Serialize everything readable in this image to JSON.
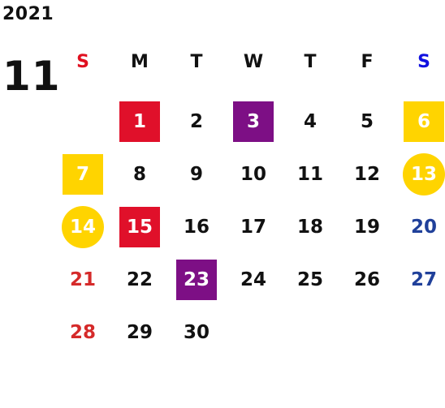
{
  "calendar": {
    "year": "2021",
    "month": "11",
    "weekday_headers": [
      "S",
      "M",
      "T",
      "W",
      "T",
      "F",
      "S"
    ],
    "weeks": [
      [
        {
          "day": "",
          "status": "empty"
        },
        {
          "day": "1",
          "status": "red-square"
        },
        {
          "day": "2",
          "status": "normal"
        },
        {
          "day": "3",
          "status": "purple-square"
        },
        {
          "day": "4",
          "status": "normal"
        },
        {
          "day": "5",
          "status": "normal"
        },
        {
          "day": "6",
          "status": "yellow-square"
        }
      ],
      [
        {
          "day": "7",
          "status": "yellow-square"
        },
        {
          "day": "8",
          "status": "normal"
        },
        {
          "day": "9",
          "status": "normal"
        },
        {
          "day": "10",
          "status": "normal"
        },
        {
          "day": "11",
          "status": "normal"
        },
        {
          "day": "12",
          "status": "normal"
        },
        {
          "day": "13",
          "status": "yellow-circle"
        }
      ],
      [
        {
          "day": "14",
          "status": "yellow-circle"
        },
        {
          "day": "15",
          "status": "red-square"
        },
        {
          "day": "16",
          "status": "normal"
        },
        {
          "day": "17",
          "status": "normal"
        },
        {
          "day": "18",
          "status": "normal"
        },
        {
          "day": "19",
          "status": "normal"
        },
        {
          "day": "20",
          "status": "saturday"
        }
      ],
      [
        {
          "day": "21",
          "status": "sunday"
        },
        {
          "day": "22",
          "status": "normal"
        },
        {
          "day": "23",
          "status": "purple-square"
        },
        {
          "day": "24",
          "status": "normal"
        },
        {
          "day": "25",
          "status": "normal"
        },
        {
          "day": "26",
          "status": "normal"
        },
        {
          "day": "27",
          "status": "saturday"
        }
      ],
      [
        {
          "day": "28",
          "status": "sunday"
        },
        {
          "day": "29",
          "status": "normal"
        },
        {
          "day": "30",
          "status": "normal"
        },
        {
          "day": "",
          "status": "empty"
        },
        {
          "day": "",
          "status": "empty"
        },
        {
          "day": "",
          "status": "empty"
        },
        {
          "day": "",
          "status": "empty"
        }
      ]
    ]
  },
  "colors": {
    "sunday_header": "#e01020",
    "saturday_header": "#1010e0",
    "sunday_date": "#d52a2a",
    "saturday_date": "#20409a",
    "red_mark": "#e0102a",
    "purple_mark": "#7d0f85",
    "yellow_mark": "#ffd400"
  }
}
